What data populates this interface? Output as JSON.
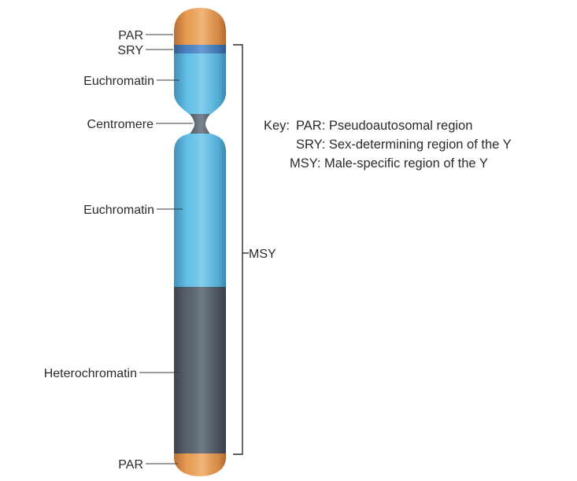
{
  "labels": {
    "par_top": "PAR",
    "sry": "SRY",
    "euchromatin_upper": "Euchromatin",
    "centromere": "Centromere",
    "euchromatin_lower": "Euchromatin",
    "heterochromatin": "Heterochromatin",
    "par_bottom": "PAR",
    "msy": "MSY"
  },
  "key": {
    "prefix": "Key:",
    "entries": [
      "PAR: Pseudoautosomal region",
      "SRY: Sex-determining region of the Y",
      "MSY: Male-specific region of the Y"
    ]
  },
  "colors": {
    "par": "#f0a35a",
    "sry": "#4f86c6",
    "euchromatin": "#6cc3ea",
    "heterochromatin": "#5b6670",
    "centromere": "#5e6b78"
  }
}
